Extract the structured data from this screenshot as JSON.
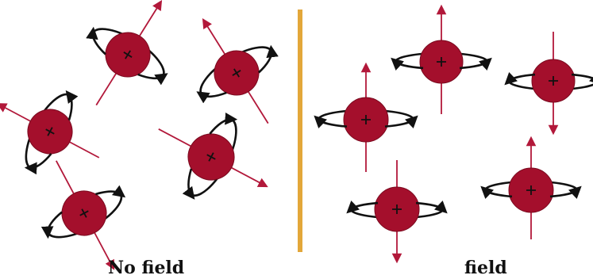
{
  "panels": {
    "left": {
      "caption": "No field"
    },
    "right": {
      "caption": "field"
    }
  },
  "colors": {
    "sphere_fill": "#a40f2c",
    "sphere_stroke": "#7a0a1f",
    "axis_arrow": "#b2183a",
    "orbit": "#111111",
    "marker": "#111111",
    "divider": "#e3a73a",
    "caption_text": "#111111"
  },
  "icons": {
    "spin_sphere": "red-sphere-with-cross",
    "precession_orbit": "elliptical-curved-arrow",
    "magnetic_moment": "straight-arrow"
  }
}
